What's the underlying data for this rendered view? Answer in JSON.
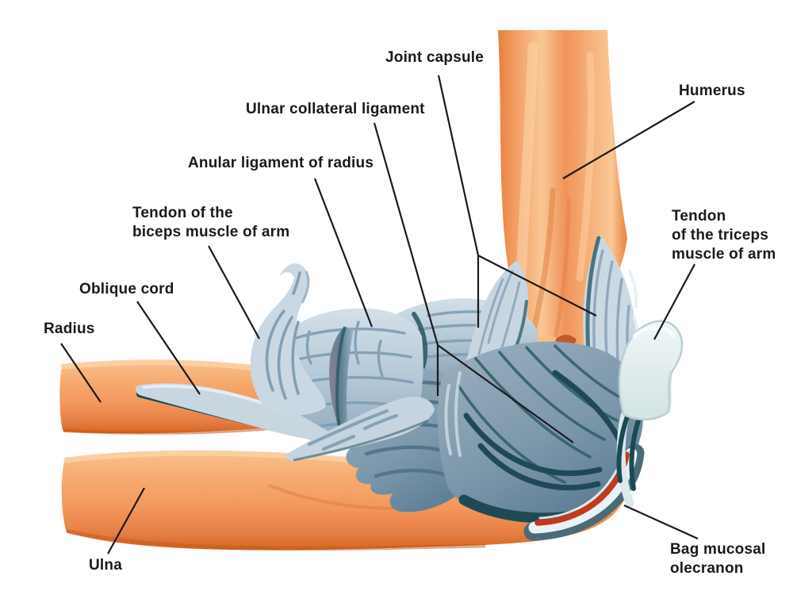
{
  "figure": {
    "type": "anatomical-diagram",
    "subject": "Elbow joint ligaments and tendons (lateral view)",
    "background": "#ffffff"
  },
  "colors": {
    "label_text": "#1a1a1a",
    "leader_line": "#1a1a1a",
    "bone_orange": "#F2975E",
    "bone_highlight": "#FBD0A4",
    "bone_shadow": "#D96B35",
    "ligament_light": "#CBD9E3",
    "ligament_mid": "#9FB5C8",
    "ligament_dark": "#1F4A55",
    "triceps_pale": "#EDF5F4",
    "bursa_red": "#C23A1E",
    "bursa_pale": "#E8F3F5",
    "bursa_dark": "#4A6B78"
  },
  "labels": [
    {
      "id": "joint-capsule",
      "text": "Joint capsule"
    },
    {
      "id": "ulnar-collateral-ligament",
      "text": "Ulnar collateral ligament"
    },
    {
      "id": "anular-ligament-of-radius",
      "text": "Anular ligament of radius"
    },
    {
      "id": "tendon-of-biceps",
      "text": "Tendon of the\nbiceps muscle of arm"
    },
    {
      "id": "oblique-cord",
      "text": "Oblique cord"
    },
    {
      "id": "radius",
      "text": "Radius"
    },
    {
      "id": "ulna",
      "text": "Ulna"
    },
    {
      "id": "humerus",
      "text": "Humerus"
    },
    {
      "id": "tendon-of-triceps",
      "text": "Tendon\nof the triceps\nmuscle of arm"
    },
    {
      "id": "bag-mucosal-olecranon",
      "text": "Bag mucosal\nolecranon"
    }
  ]
}
